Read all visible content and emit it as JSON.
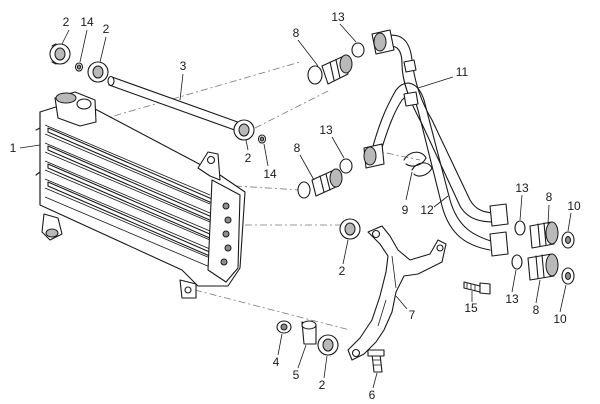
{
  "callouts": [
    {
      "id": "c-2-a",
      "text": "2"
    },
    {
      "id": "c-14-a",
      "text": "14"
    },
    {
      "id": "c-2-b",
      "text": "2"
    },
    {
      "id": "c-3",
      "text": "3"
    },
    {
      "id": "c-1",
      "text": "1"
    },
    {
      "id": "c-2-c",
      "text": "2"
    },
    {
      "id": "c-14-b",
      "text": "14"
    },
    {
      "id": "c-8-a",
      "text": "8"
    },
    {
      "id": "c-13-a",
      "text": "13"
    },
    {
      "id": "c-11",
      "text": "11"
    },
    {
      "id": "c-13-b",
      "text": "13"
    },
    {
      "id": "c-8-b",
      "text": "8"
    },
    {
      "id": "c-9",
      "text": "9"
    },
    {
      "id": "c-12",
      "text": "12"
    },
    {
      "id": "c-13-c",
      "text": "13"
    },
    {
      "id": "c-8-c",
      "text": "8"
    },
    {
      "id": "c-10-a",
      "text": "10"
    },
    {
      "id": "c-2-d",
      "text": "2"
    },
    {
      "id": "c-7",
      "text": "7"
    },
    {
      "id": "c-15",
      "text": "15"
    },
    {
      "id": "c-13-d",
      "text": "13"
    },
    {
      "id": "c-8-d",
      "text": "8"
    },
    {
      "id": "c-10-b",
      "text": "10"
    },
    {
      "id": "c-4",
      "text": "4"
    },
    {
      "id": "c-5",
      "text": "5"
    },
    {
      "id": "c-2-e",
      "text": "2"
    },
    {
      "id": "c-6",
      "text": "6"
    }
  ]
}
